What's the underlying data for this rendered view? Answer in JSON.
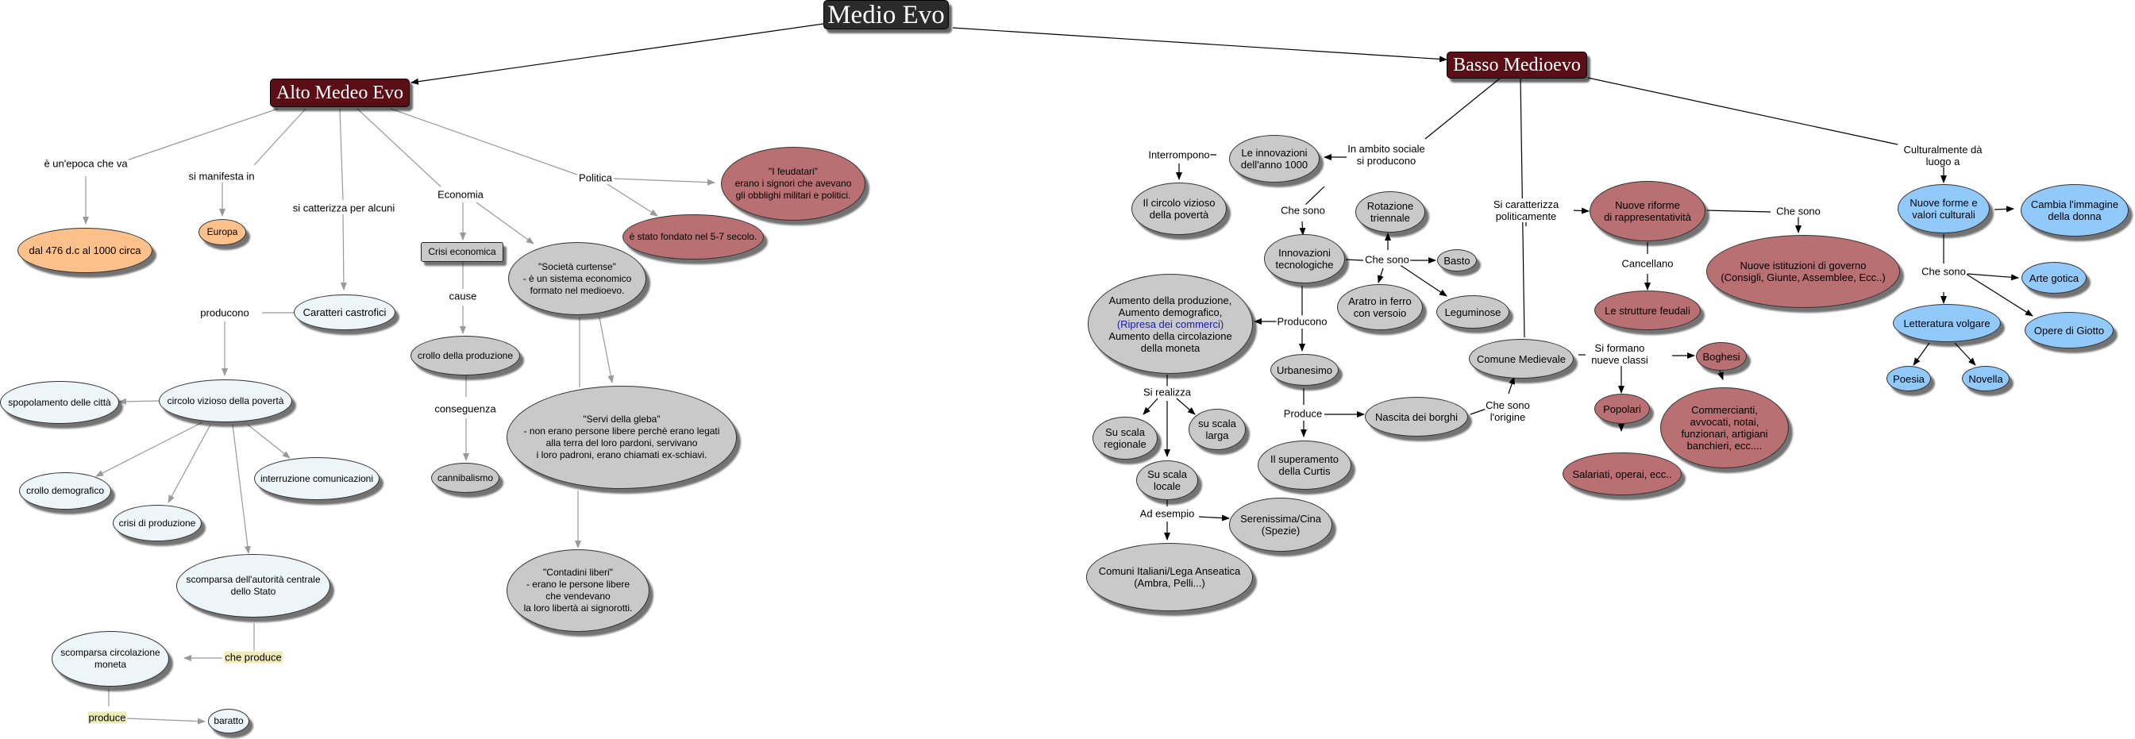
{
  "title": "Medio Evo",
  "alto": {
    "title": "Alto Medeo Evo",
    "links": {
      "epoca": "è un'epoca che va",
      "manifesta": "si manifesta in",
      "catterizza": "si catterizza per alcuni",
      "economia": "Economia",
      "politica": "Politica",
      "producono": "producono",
      "cause": "cause",
      "conseguenza": "conseguenza",
      "che_produce": "che produce",
      "produce": "produce"
    },
    "nodes": {
      "date": "dal 476 d.c al 1000 circa",
      "europa": "Europa",
      "caratteri": "Caratteri castrofici",
      "circolo": "circolo vizioso della povertà",
      "spopolamento": "spopolamento delle città",
      "crollo_demo": "crollo demografico",
      "crisi_prod": "crisi di produzione",
      "interruzione": "interruzione comunicazioni",
      "scomparsa_stato": "scomparsa dell'autorità centrale\ndello Stato",
      "scomparsa_moneta": "scomparsa circolazione\nmoneta",
      "baratto": "baratto",
      "crisi_eco": "Crisi economica",
      "crollo_prod": "crollo della produzione",
      "cannibalismo": "cannibalismo",
      "societa": "\"Società curtense\"\n- è un sistema economico\nformato nel medioevo.",
      "servi": "\"Servi della gleba\"\n- non erano persone libere perchè erano legati\nalla terra del loro pardoni, servivano\ni loro padroni, erano chiamati ex-schiavi.",
      "contadini": "\"Contadini liberi\"\n- erano le persone libere\nche vendevano\nla loro libertà ai signorotti.",
      "feudatari": "\"I feudatari\"\nerano i signori che avevano\ngli obblighi militari e politici.",
      "stato": "è stato fondato nel 5-7 secolo."
    }
  },
  "basso": {
    "title": "Basso Medioevo",
    "links": {
      "ambito": "In ambito sociale\nsi producono",
      "interrompono": "Interrompono",
      "che_sono": "Che sono",
      "che_sono2": "Che sono",
      "producono": "Producono",
      "si_realizza": "Si realizza",
      "ad_esempio": "Ad esempio",
      "produce": "Produce",
      "che_sono_origine": "Che sono\nl'origine",
      "caratterizza": "Si caratterizza\npoliticamente",
      "cancellano": "Cancellano",
      "che_sono3": "Che sono",
      "si_formano": "Si formano\nnueve classi",
      "culturalmente": "Culturalmente dà\nluogo a",
      "che_sono4": "Che sono"
    },
    "nodes": {
      "innovazioni_1000": "Le innovazioni\ndell'anno 1000",
      "circolo": "Il circolo vizioso\ndella povertà",
      "innovazioni_tec": "Innovazioni\ntecnologiche",
      "rotazione": "Rotazione\ntriennale",
      "basto": "Basto",
      "aratro": "Aratro in ferro\ncon versoio",
      "leguminose": "Leguminose",
      "aumento_1": "Aumento della produzione,\nAumento demografico,",
      "aumento_link": "(Ripresa dei commerci)",
      "aumento_2": "Aumento della circolazione\ndella moneta",
      "urbanesimo": "Urbanesimo",
      "scala_regionale": "Su scala\nregionale",
      "scala_larga": "su scala\nlarga",
      "scala_locale": "Su scala\nlocale",
      "serenissima": "Serenissima/Cina\n(Spezie)",
      "comuni": "Comuni Italiani/Lega Anseatica\n(Ambra, Pelli...)",
      "superamento": "Il superamento\ndella Curtis",
      "borghi": "Nascita dei borghi",
      "comune": "Comune Medievale",
      "riforme": "Nuove riforme\ndi rappresentatività",
      "istituzioni": "Nuove istituzioni di governo\n(Consigli, Giunte, Assemblee, Ecc..)",
      "strutture": "Le strutture feudali",
      "borghesi": "Boghesi",
      "popolari": "Popolari",
      "commercianti": "Commercianti,\navvocati, notai,\nfunzionari, artigiani\nbanchieri, ecc....",
      "salariati": "Salariati, operai, ecc..",
      "forme": "Nuove forme e\nvalori culturali",
      "immagine": "Cambia l'immagine\ndella donna",
      "arte": "Arte gotica",
      "letteratura": "Letteratura volgare",
      "giotto": "Opere di Giotto",
      "poesia": "Poesia",
      "novella": "Novella"
    }
  },
  "colors": {
    "title_bg": "#2b2b2b",
    "sub_title_bg": "#5a0e16",
    "white_node": "#eef5f8",
    "gray_node": "#c9c9c9",
    "red_node": "#b87072",
    "orange_node": "#fcc08a",
    "blue_node": "#92c9fb",
    "highlight": "#f0ecb8"
  }
}
